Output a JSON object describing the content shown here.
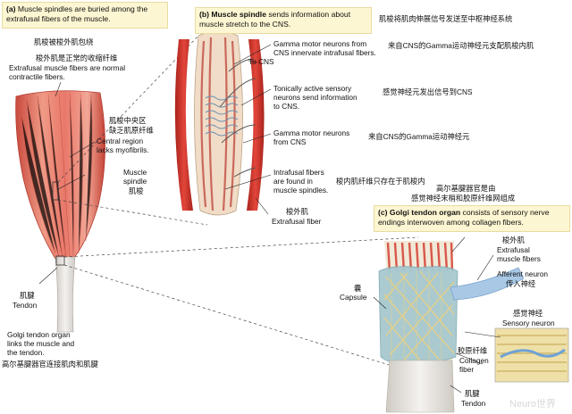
{
  "panel_a": {
    "heading_letter": "(a)",
    "heading": "Muscle spindles are buried among the extrafusal fibers of the muscle.",
    "zh_title": "肌梭被梭外肌包绕",
    "zh_extrafusal": "梭外肌是正常的收缩纤维",
    "extrafusal_note": "Extrafusal muscle fibers are normal contractile fibers.",
    "zh_central": "肌梭中央区",
    "zh_lacks": "缺乏肌原纤维",
    "central_region": "Central region",
    "lacks_myofibrils": "lacks myofibrils.",
    "spindle_label_1": "Muscle",
    "spindle_label_2": "spindle",
    "zh_spindle": "肌梭",
    "zh_tendon": "肌腱",
    "tendon": "Tendon",
    "golgi_note_1": "Golgi tendon organ",
    "golgi_note_2": "links the muscle and",
    "golgi_note_3": "the tendon.",
    "zh_golgi": "高尔基腱器官连接肌肉和肌腱"
  },
  "panel_b": {
    "heading_letter": "(b)",
    "heading_bold": "Muscle spindle",
    "heading_rest": "sends information about muscle stretch to the CNS.",
    "zh_title": "肌梭将肌肉伸展信号发送至中枢神经系统",
    "to_cns": "To CNS",
    "gamma_1_a": "Gamma motor neurons from",
    "gamma_1_b": "CNS innervate intrafusal fibers.",
    "zh_gamma_1": "来自CNS的Gamma运动神经元支配肌梭内肌",
    "tonic_a": "Tonically active sensory",
    "tonic_b": "neurons send information",
    "tonic_c": "to CNS.",
    "zh_tonic": "感觉神经元发出信号到CNS",
    "gamma_2_a": "Gamma motor neurons",
    "gamma_2_b": "from CNS",
    "zh_gamma_2": "来自CNS的Gamma运动神经元",
    "intrafusal_a": "Intrafusal fibers",
    "intrafusal_b": "are found in",
    "intrafusal_c": "muscle spindles.",
    "zh_intrafusal": "梭内肌纤维只存在于肌梭内",
    "zh_extrafusal": "梭外肌",
    "extrafusal_fiber": "Extrafusal fiber"
  },
  "panel_c": {
    "zh_golgi_1": "高尔基腱器官是由",
    "zh_golgi_2": "感觉神经末梢和胶原纤维网组成",
    "heading_letter": "(c)",
    "heading_bold": "Golgi tendon organ",
    "heading_rest": "consists of sensory nerve endings interwoven among collagen fibers.",
    "zh_extrafusal": "梭外肌",
    "extrafusal_1": "Extrafusal",
    "extrafusal_2": "muscle fibers",
    "afferent": "Afferent neuron",
    "zh_afferent": "传入神经",
    "zh_capsule": "囊",
    "capsule": "Capsule",
    "zh_sensory": "感觉神经",
    "sensory": "Sensory neuron",
    "zh_collagen": "胶原纤维",
    "collagen_1": "Collagen",
    "collagen_2": "fiber",
    "zh_tendon": "肌腱",
    "tendon": "Tendon"
  },
  "watermark": "Neuro世界",
  "colors": {
    "box_bg": "#fdf6d2",
    "muscle_red": "#d6463b",
    "muscle_light": "#eea08a",
    "tendon": "#e3e0dc",
    "capsule": "#b9d7de",
    "nerve": "#8fb7e0",
    "collagen": "#e6d28a"
  }
}
